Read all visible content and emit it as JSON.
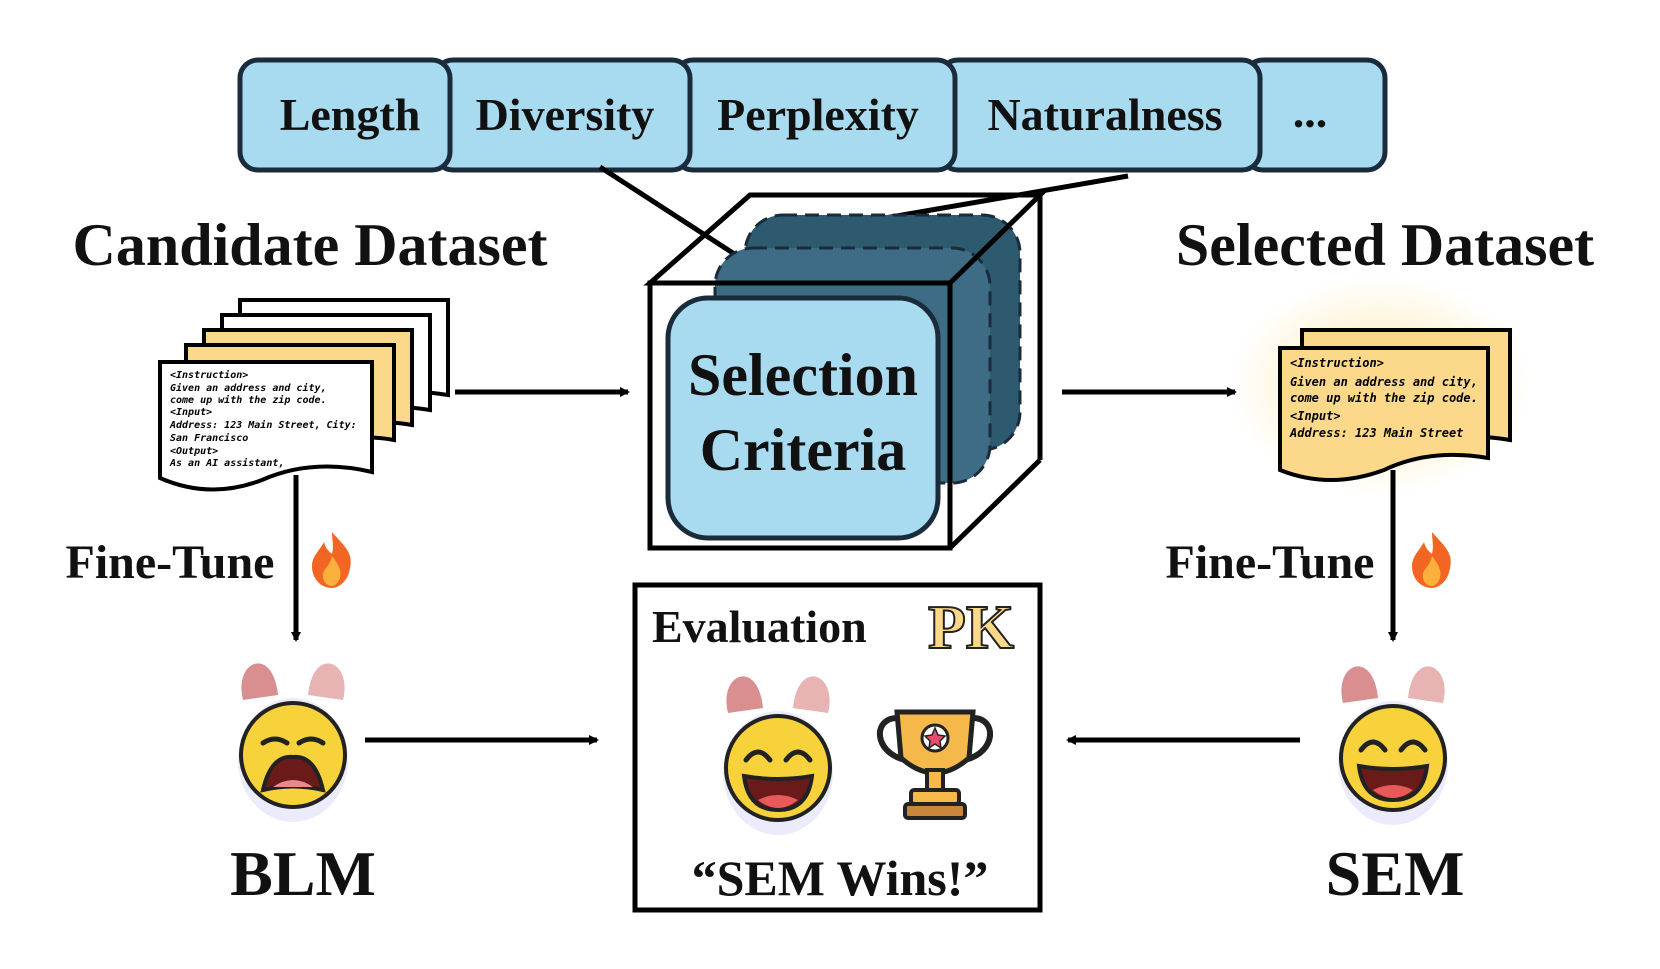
{
  "criteria_bar": {
    "items": [
      "Length",
      "Diversity",
      "Perplexity",
      "Naturalness",
      "..."
    ]
  },
  "candidate": {
    "title": "Candidate Dataset",
    "doc_lines": [
      "<Instruction>",
      "Given an address and city,",
      "come up with the zip code.",
      "<Input>",
      "Address: 123 Main Street, City:",
      "San Francisco",
      "<Output>",
      "As an AI assistant,"
    ]
  },
  "selected": {
    "title": "Selected Dataset",
    "doc_lines": [
      "<Instruction>",
      "Given an address and city,",
      "come up with the zip code.",
      "<Input>",
      "Address: 123 Main Street"
    ]
  },
  "cube": {
    "line1": "Selection",
    "line2": "Criteria"
  },
  "finetune_left": "Fine-Tune",
  "finetune_right": "Fine-Tune",
  "models": {
    "left": "BLM",
    "right": "SEM"
  },
  "evaluation": {
    "title": "Evaluation",
    "pk": "PK",
    "result": "“SEM Wins!”"
  },
  "icons": {
    "fire": "fire-icon",
    "trophy": "trophy-icon",
    "yawn_face": "yawning-face-icon",
    "grin_face": "grinning-face-icon"
  },
  "colors": {
    "light_blue": "#a8dbf0",
    "dark_teal": "#2e5a70",
    "doc_yellow": "#fcd98a",
    "outline": "#1a2b3c"
  }
}
